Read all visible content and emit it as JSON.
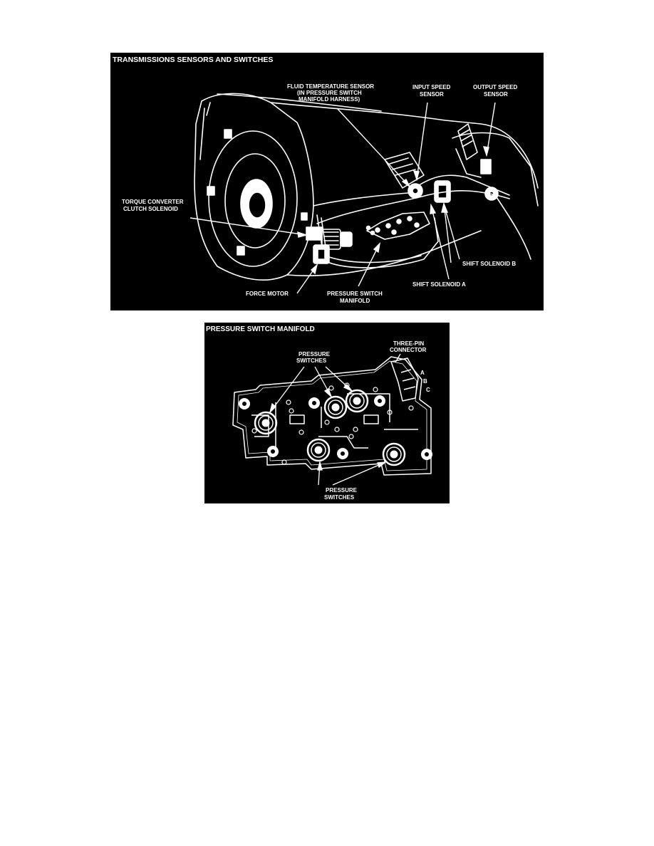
{
  "top_figure": {
    "title": "TRANSMISSIONS SENSORS AND SWITCHES",
    "labels": {
      "fluid_temp_1": "FLUID TEMPERATURE SENSOR",
      "fluid_temp_2": "(IN PRESSURE SWITCH",
      "fluid_temp_3": "MANIFOLD HARNESS)",
      "input_speed_1": "INPUT SPEED",
      "input_speed_2": "SENSOR",
      "output_speed_1": "OUTPUT SPEED",
      "output_speed_2": "SENSOR",
      "tcc_1": "TORQUE CONVERTER",
      "tcc_2": "CLUTCH SOLENOID",
      "shift_b": "SHIFT SOLENOID B",
      "shift_a": "SHIFT SOLENOID A",
      "force_motor": "FORCE MOTOR",
      "psm_1": "PRESSURE SWITCH",
      "psm_2": "MANIFOLD"
    }
  },
  "bottom_figure": {
    "title": "PRESSURE SWITCH MANIFOLD",
    "labels": {
      "three_pin_1": "THREE-PIN",
      "three_pin_2": "CONNECTOR",
      "pin_a": "A",
      "pin_b": "B",
      "pin_c": "C",
      "ps_top_1": "PRESSURE",
      "ps_top_2": "SWITCHES",
      "ps_bottom_1": "PRESSURE",
      "ps_bottom_2": "SWITCHES"
    }
  }
}
